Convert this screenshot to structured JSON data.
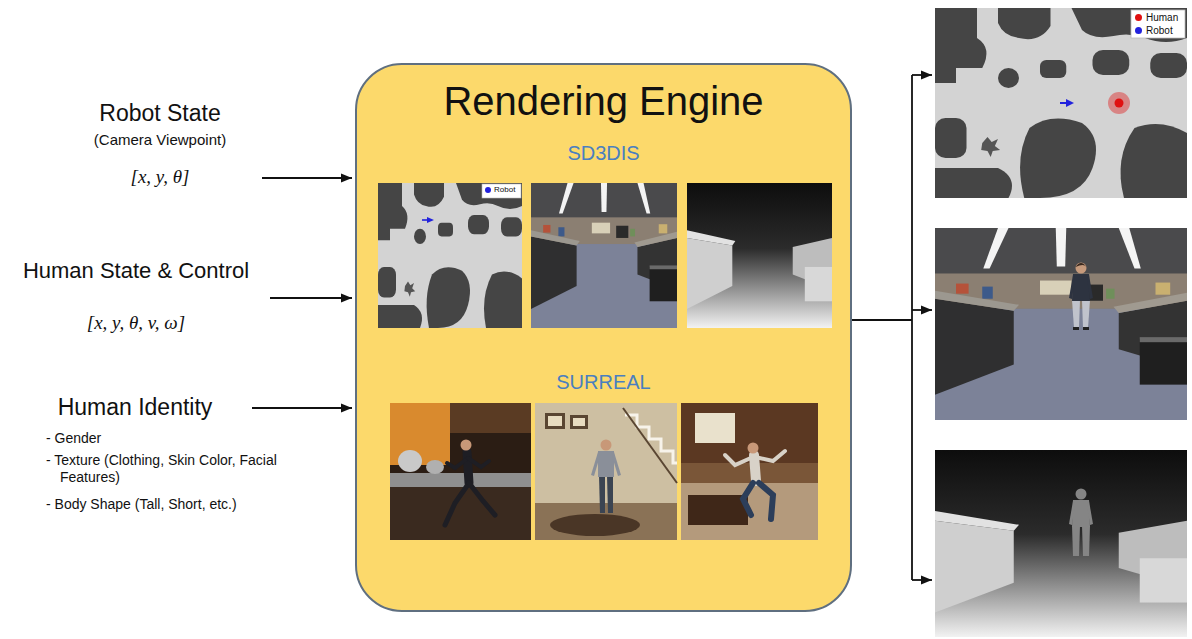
{
  "diagram": {
    "nodes": [
      {
        "text": [
          "Rendering Engine",
          "SD3DIS",
          "SURREAL"
        ]
      }
    ],
    "labels": [
      "Robot State",
      "(Camera Viewpoint)",
      "[x, y, θ]",
      "Human State & Control",
      "[x, y, θ, v, ω]",
      "Human Identity",
      "- Gender",
      "- Texture (Clothing, Skin Color, Facial Features)",
      "- Body Shape (Tall, Short, etc.)"
    ],
    "legend": [
      {
        "text": "Robot",
        "color": "#2222dd"
      },
      {
        "text": "Human",
        "color": "#e01010"
      },
      {
        "text": "Robot",
        "color": "#2222dd"
      }
    ]
  }
}
